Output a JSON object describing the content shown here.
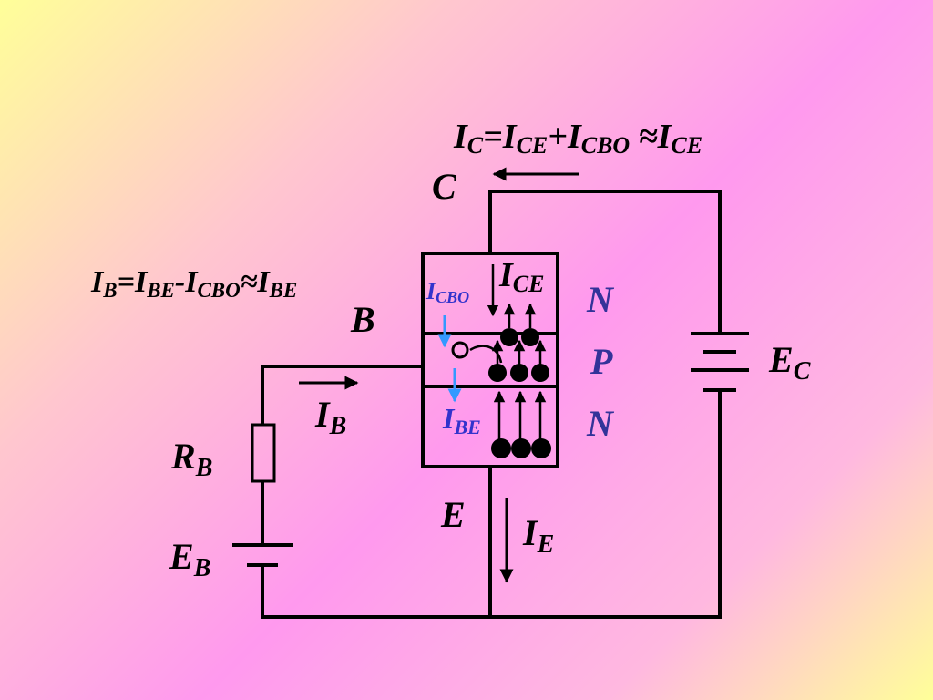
{
  "equations": {
    "collector": {
      "I1": "I",
      "s1": "C",
      "eq": "=",
      "I2": "I",
      "s2": "CE",
      "plus": "+",
      "I3": "I",
      "s3": "CBO",
      "approx": " ≈",
      "I4": "I",
      "s4": "CE"
    },
    "base": {
      "I1": "I",
      "s1": "B",
      "eq": "=",
      "I2": "I",
      "s2": "BE",
      "minus": "-",
      "I3": "I",
      "s3": "CBO",
      "approx": "≈",
      "I4": "I",
      "s4": "BE"
    }
  },
  "terminals": {
    "collector": "C",
    "base": "B",
    "emitter": "E"
  },
  "regions": {
    "top": "N",
    "middle": "P",
    "bottom": "N"
  },
  "currents": {
    "ib": {
      "main": "I",
      "sub": "B"
    },
    "ie": {
      "main": "I",
      "sub": "E"
    },
    "ice": {
      "main": "I",
      "sub": "CE"
    },
    "icbo": {
      "main": "I",
      "sub": "CBO"
    },
    "ibe": {
      "main": "I",
      "sub": "BE"
    }
  },
  "components": {
    "rb": {
      "main": "R",
      "sub": "B"
    },
    "eb": {
      "main": "E",
      "sub": "B"
    },
    "ec": {
      "main": "E",
      "sub": "C"
    }
  },
  "colors": {
    "wire": "#000000",
    "region": "#333399",
    "blue_arrow": "#3399ff",
    "blue_text": "#3333cc"
  }
}
